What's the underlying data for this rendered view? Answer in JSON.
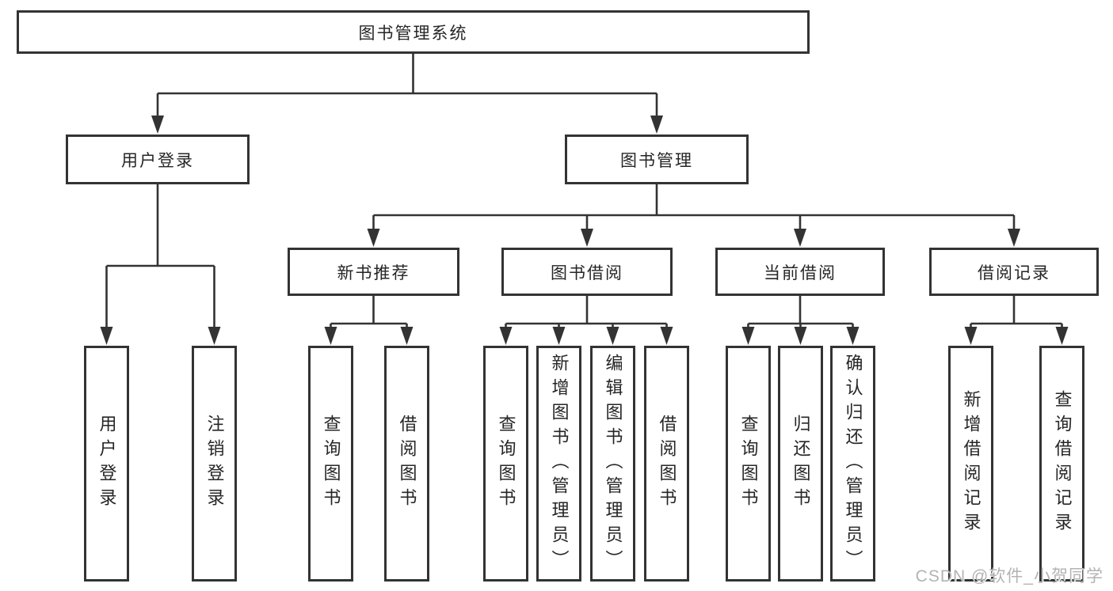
{
  "watermark": {
    "text": "CSDN @软件_小贺同学"
  },
  "colors": {
    "line": "#333333",
    "box_border": "#333333",
    "box_fill": "#ffffff",
    "text": "#262626",
    "watermark": "#b3b3b3"
  },
  "tree": {
    "root": {
      "label": "图书管理系统",
      "children": [
        {
          "label": "用户登录",
          "children": [
            {
              "label": "用户登录"
            },
            {
              "label": "注销登录"
            }
          ]
        },
        {
          "label": "图书管理",
          "children": [
            {
              "label": "新书推荐",
              "children": [
                {
                  "label": "查询图书"
                },
                {
                  "label": "借阅图书"
                }
              ]
            },
            {
              "label": "图书借阅",
              "children": [
                {
                  "label": "查询图书"
                },
                {
                  "label": "新增图书（管理员）"
                },
                {
                  "label": "编辑图书（管理员）"
                },
                {
                  "label": "借阅图书"
                }
              ]
            },
            {
              "label": "当前借阅",
              "children": [
                {
                  "label": "查询图书"
                },
                {
                  "label": "归还图书"
                },
                {
                  "label": "确认归还（管理员）"
                }
              ]
            },
            {
              "label": "借阅记录",
              "children": [
                {
                  "label": "新增借阅记录"
                },
                {
                  "label": "查询借阅记录"
                }
              ]
            }
          ]
        }
      ]
    }
  }
}
